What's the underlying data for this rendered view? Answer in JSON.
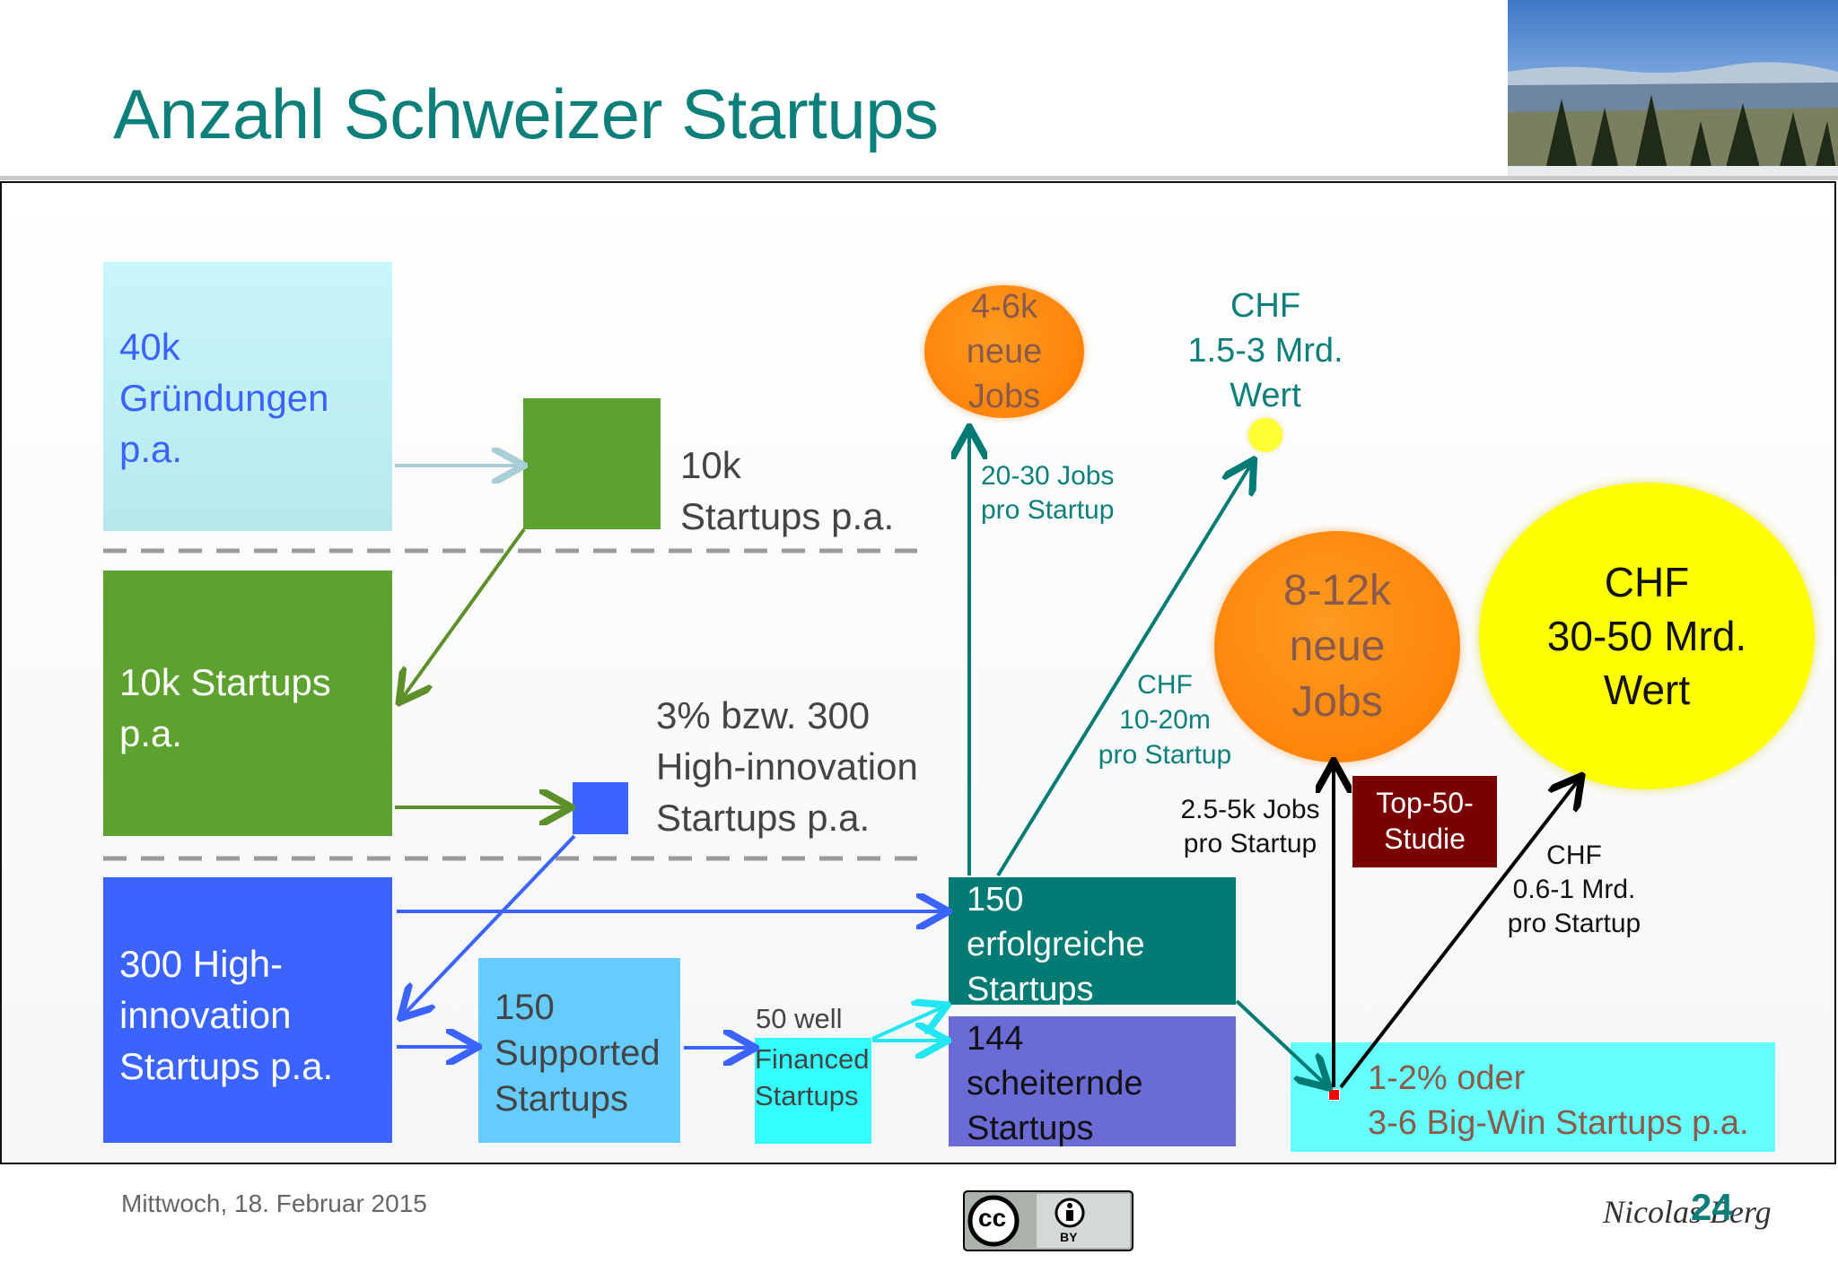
{
  "title": "Anzahl Schweizer Startups",
  "boxes": {
    "gruendungen": "40k\nGründungen\np.a.",
    "startups10k": "10k Startups\np.a.",
    "high300": "300 High-\ninnovation\nStartups p.a.",
    "supported": "150\nSupported\nStartups",
    "financed": "Financed\nStartups",
    "erfolgreiche": "150\nerfolgreiche\nStartups",
    "scheiternde": "144\nscheiternde\nStartups",
    "bigwin": "1-2% oder\n3-6 Big-Win Startups p.a."
  },
  "labels": {
    "startups10k_side": "10k\nStartups p.a.",
    "high_innovation_side": "3% bzw. 300\nHigh-innovation\nStartups p.a.",
    "well": "50 well",
    "jobs_per_startup": "20-30 Jobs\npro Startup",
    "chf_per_startup": "CHF\n10-20m\npro Startup",
    "chf_value_small": "CHF\n1.5-3 Mrd.\nWert",
    "jobs_big_per_startup": "2.5-5k Jobs\npro Startup",
    "chf_big_per_startup": "CHF\n0.6-1 Mrd.\npro Startup",
    "top50": "Top-50-\nStudie"
  },
  "circles": {
    "jobs_small": "4-6k\nneue\nJobs",
    "jobs_big": "8-12k\nneue\nJobs",
    "value_big": "CHF\n30-50 Mrd.\nWert"
  },
  "footer": {
    "date": "Mittwoch, 18. Februar 2015",
    "author": "Nicolas Berg",
    "page": "24",
    "cc_left": "cc",
    "cc_right": "BY"
  },
  "colors": {
    "title": "#0d7f7a",
    "teal": "#007b73",
    "green": "#5da22e",
    "blue": "#3a63ff",
    "light_blue": "#66ccff",
    "cyan": "#33ffff",
    "purple": "#6b6bd6",
    "orange": "#ff8000",
    "yellow": "#ffff00",
    "dark_red": "#7a0000"
  }
}
